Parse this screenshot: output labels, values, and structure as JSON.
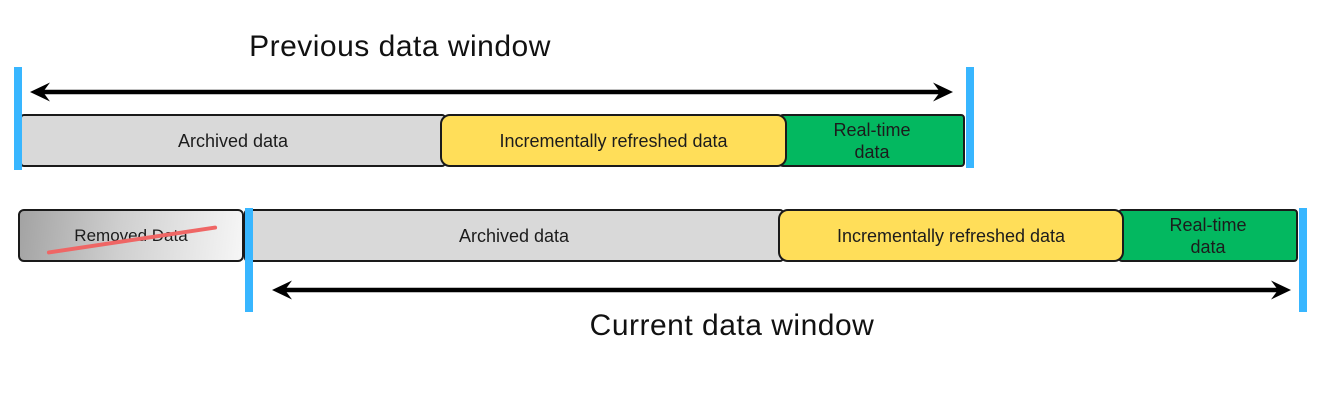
{
  "colors": {
    "marker_blue": "#38b6ff",
    "segment_gray": "#d9d9d9",
    "segment_yellow": "#ffde59",
    "segment_green": "#03b860",
    "removed_gradient_start": "#a3a3a3",
    "removed_gradient_end": "#f6f6f6",
    "strike_red": "#ef6665",
    "border_black": "#1a1a1a",
    "arrow_black": "#000000"
  },
  "previous_window": {
    "title": "Previous data window",
    "segments": {
      "archived": "Archived data",
      "incremental": "Incrementally refreshed data",
      "realtime": "Real-time data"
    }
  },
  "current_window": {
    "title": "Current data window",
    "removed": "Removed Data",
    "segments": {
      "archived": "Archived data",
      "incremental": "Incrementally refreshed data",
      "realtime": "Real-time data"
    }
  }
}
